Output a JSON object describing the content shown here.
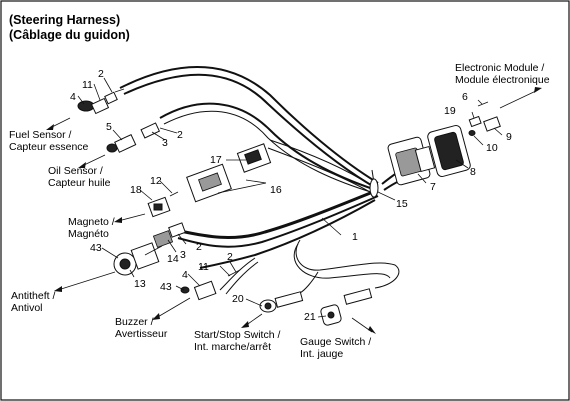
{
  "title": {
    "en": "(Steering Harness)",
    "fr": "(Câblage du guidon)"
  },
  "labels": {
    "electronic_module": [
      "Electronic Module /",
      "Module électronique"
    ],
    "fuel_sensor": [
      "Fuel Sensor /",
      "Capteur essence"
    ],
    "oil_sensor": [
      "Oil Sensor /",
      "Capteur huile"
    ],
    "magneto": [
      "Magneto /",
      "Magnéto"
    ],
    "antitheft": [
      "Antitheft /",
      "Antivol"
    ],
    "buzzer": [
      "Buzzer /",
      "Avertisseur"
    ],
    "start_stop_switch": [
      "Start/Stop Switch /",
      "Int. marche/arrêt"
    ],
    "gauge_switch": [
      "Gauge Switch /",
      "Int. jauge"
    ]
  },
  "part_numbers": {
    "n1": "1",
    "n2a": "2",
    "n2b": "2",
    "n2c": "2",
    "n2d": "2",
    "n3a": "3",
    "n3b": "3",
    "n4a": "4",
    "n4b": "4",
    "n5": "5",
    "n6": "6",
    "n7": "7",
    "n8": "8",
    "n9": "9",
    "n10": "10",
    "n11a": "11",
    "n11b": "11",
    "n12": "12",
    "n13": "13",
    "n14": "14",
    "n15": "15",
    "n16": "16",
    "n17": "17",
    "n18": "18",
    "n19": "19",
    "n20": "20",
    "n21": "21",
    "n43a": "43",
    "n43b": "43"
  }
}
